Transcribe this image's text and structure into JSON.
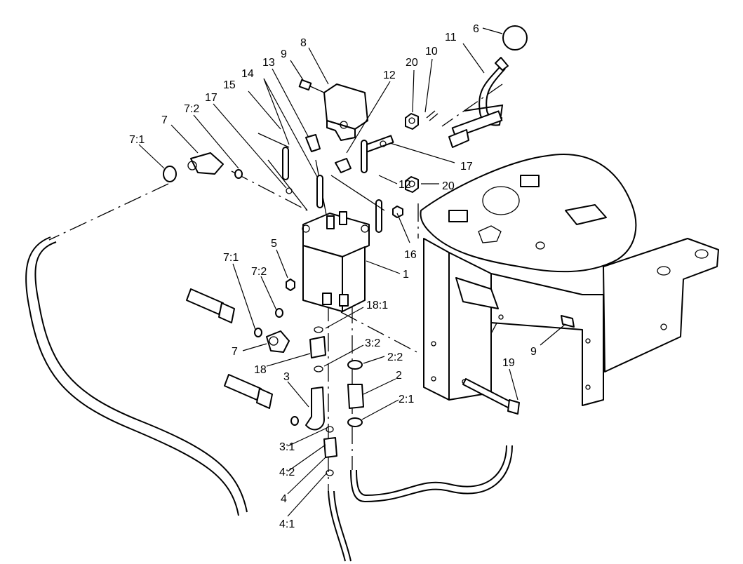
{
  "callouts": [
    {
      "id": "c-6",
      "text": "6"
    },
    {
      "id": "c-11",
      "text": "11"
    },
    {
      "id": "c-10",
      "text": "10"
    },
    {
      "id": "c-20a",
      "text": "20"
    },
    {
      "id": "c-12a",
      "text": "12"
    },
    {
      "id": "c-8",
      "text": "8"
    },
    {
      "id": "c-9a",
      "text": "9"
    },
    {
      "id": "c-13",
      "text": "13"
    },
    {
      "id": "c-14",
      "text": "14"
    },
    {
      "id": "c-15",
      "text": "15"
    },
    {
      "id": "c-17a",
      "text": "17"
    },
    {
      "id": "c-7-2a",
      "text": "7:2"
    },
    {
      "id": "c-7a",
      "text": "7"
    },
    {
      "id": "c-7-1a",
      "text": "7:1"
    },
    {
      "id": "c-17b",
      "text": "17"
    },
    {
      "id": "c-20b",
      "text": "20"
    },
    {
      "id": "c-12b",
      "text": "12"
    },
    {
      "id": "c-16",
      "text": "16"
    },
    {
      "id": "c-1",
      "text": "1"
    },
    {
      "id": "c-5",
      "text": "5"
    },
    {
      "id": "c-7-1b",
      "text": "7:1"
    },
    {
      "id": "c-7-2b",
      "text": "7:2"
    },
    {
      "id": "c-18-1",
      "text": "18:1"
    },
    {
      "id": "c-7b",
      "text": "7"
    },
    {
      "id": "c-18",
      "text": "18"
    },
    {
      "id": "c-3-2",
      "text": "3:2"
    },
    {
      "id": "c-2-2",
      "text": "2:2"
    },
    {
      "id": "c-3",
      "text": "3"
    },
    {
      "id": "c-2",
      "text": "2"
    },
    {
      "id": "c-2-1",
      "text": "2:1"
    },
    {
      "id": "c-3-1",
      "text": "3:1"
    },
    {
      "id": "c-4-2",
      "text": "4:2"
    },
    {
      "id": "c-4",
      "text": "4"
    },
    {
      "id": "c-4-1",
      "text": "4:1"
    },
    {
      "id": "c-9b",
      "text": "9"
    },
    {
      "id": "c-19",
      "text": "19"
    }
  ]
}
